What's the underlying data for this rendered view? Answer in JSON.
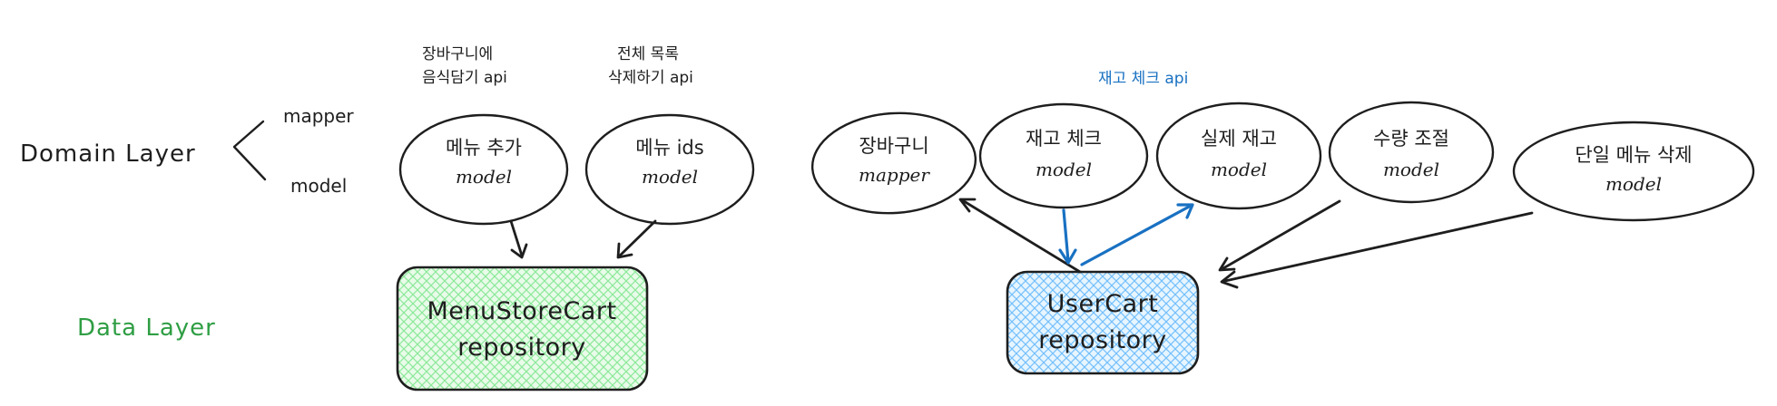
{
  "labels": {
    "domain_layer": "Domain Layer",
    "data_layer": "Data Layer",
    "mapper": "mapper",
    "model": "model",
    "stock_check_api": "재고 체크 api"
  },
  "notes": {
    "add_food_line1": "장바구니에",
    "add_food_line2": "음식담기 api",
    "delete_all_line1": "전체 목록",
    "delete_all_line2": "삭제하기 api"
  },
  "nodes": {
    "menu_add": {
      "line1": "메뉴 추가",
      "line2": "model"
    },
    "menu_ids": {
      "line1": "메뉴 ids",
      "line2": "model"
    },
    "cart_mapper": {
      "line1": "장바구니",
      "line2": "mapper"
    },
    "stock_check": {
      "line1": "재고 체크",
      "line2": "model"
    },
    "actual_stock": {
      "line1": "실제 재고",
      "line2": "model"
    },
    "quantity_adjust": {
      "line1": "수량 조절",
      "line2": "model"
    },
    "single_delete": {
      "line1": "단일 메뉴 삭제",
      "line2": "model"
    }
  },
  "repositories": {
    "menu_store_cart": {
      "line1": "MenuStoreCart",
      "line2": "repository",
      "fill": "#b2f2bb"
    },
    "user_cart": {
      "line1": "UserCart",
      "line2": "repository",
      "fill": "#a5d8ff"
    }
  },
  "colors": {
    "ink": "#1e1e1e",
    "green": "#2f9e44",
    "blue": "#1971c2",
    "green_fill": "#b2f2bb",
    "blue_fill": "#a5d8ff"
  }
}
